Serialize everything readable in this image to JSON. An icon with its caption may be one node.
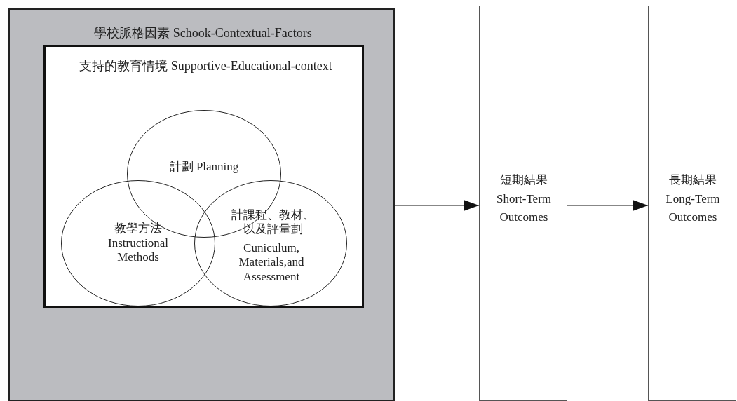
{
  "diagram": {
    "nodes": [
      {
        "text": [
          "學校脈格因素 Schook-Contextual-Factors"
        ]
      },
      {
        "text": [
          "支持的教育情境 Supportive-Educational-context"
        ],
        "in": 0
      },
      {
        "text": [
          "計劃 Planning"
        ],
        "in": 1
      },
      {
        "text": [
          "教學方法",
          "Instructional Methods"
        ],
        "in": 1
      },
      {
        "text": [
          "計課程、教材、以及評量劃",
          "Cuniculum, Materials,and Assessment"
        ],
        "in": 1
      },
      {
        "text": [
          "短期結果",
          "Short-Term Outcomes"
        ]
      },
      {
        "text": [
          "長期結果",
          "Long-Term Outcomes"
        ]
      }
    ],
    "edges": [
      {
        "from": 0,
        "to": 5,
        "arrow": "to"
      },
      {
        "from": 5,
        "to": 6,
        "arrow": "to"
      }
    ]
  }
}
